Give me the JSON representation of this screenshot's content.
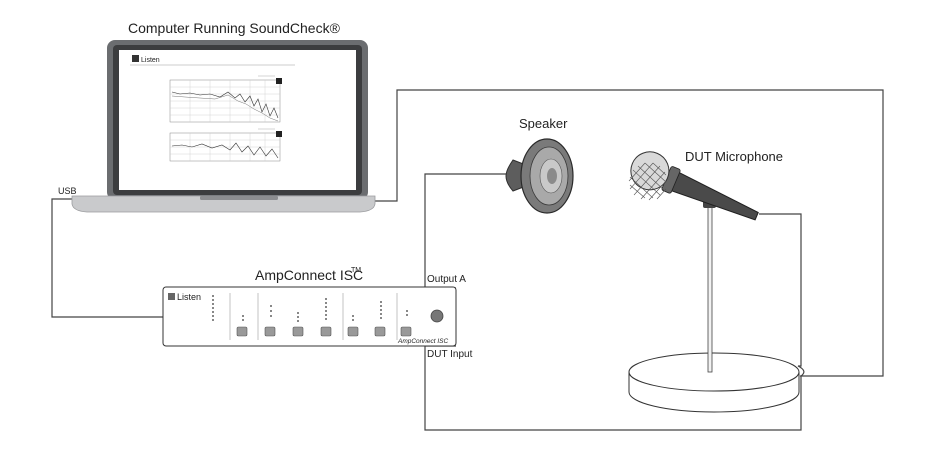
{
  "labels": {
    "computer": "Computer Running SoundCheck®",
    "speaker": "Speaker",
    "microphone": "DUT Microphone",
    "amp_name": "AmpConnect ISC",
    "amp_tm": "TM",
    "output_a": "Output A",
    "dut_input": "DUT Input",
    "usb": "USB"
  },
  "screen": {
    "brand": "Listen"
  },
  "device": {
    "brand": "Listen",
    "faceplate_text": "AmpConnect ISC"
  },
  "icons": {
    "brand_logo": "listen-logo-icon",
    "knob": "volume-knob-icon"
  }
}
